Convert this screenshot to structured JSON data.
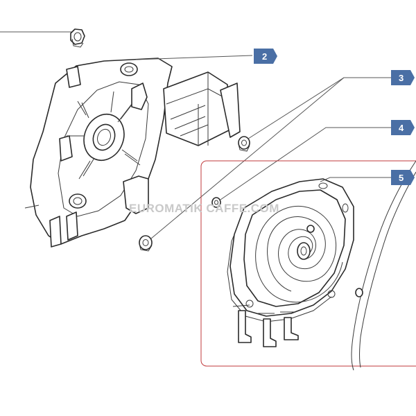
{
  "diagram": {
    "callouts": [
      {
        "id": "callout-1",
        "label": ""
      },
      {
        "id": "callout-2",
        "label": "2"
      },
      {
        "id": "callout-3",
        "label": "3"
      },
      {
        "id": "callout-4",
        "label": "4"
      },
      {
        "id": "callout-5",
        "label": "5"
      }
    ],
    "watermark": "EUROMATIK CAFFE.COM",
    "colors": {
      "badge": "#4a6fa5",
      "highlight_box": "#c0393b",
      "line": "#2a2a2a"
    },
    "icons": [
      "hex-nut-icon",
      "washer-icon",
      "bracket-part-icon",
      "heating-element-icon",
      "gasket-icon"
    ]
  }
}
